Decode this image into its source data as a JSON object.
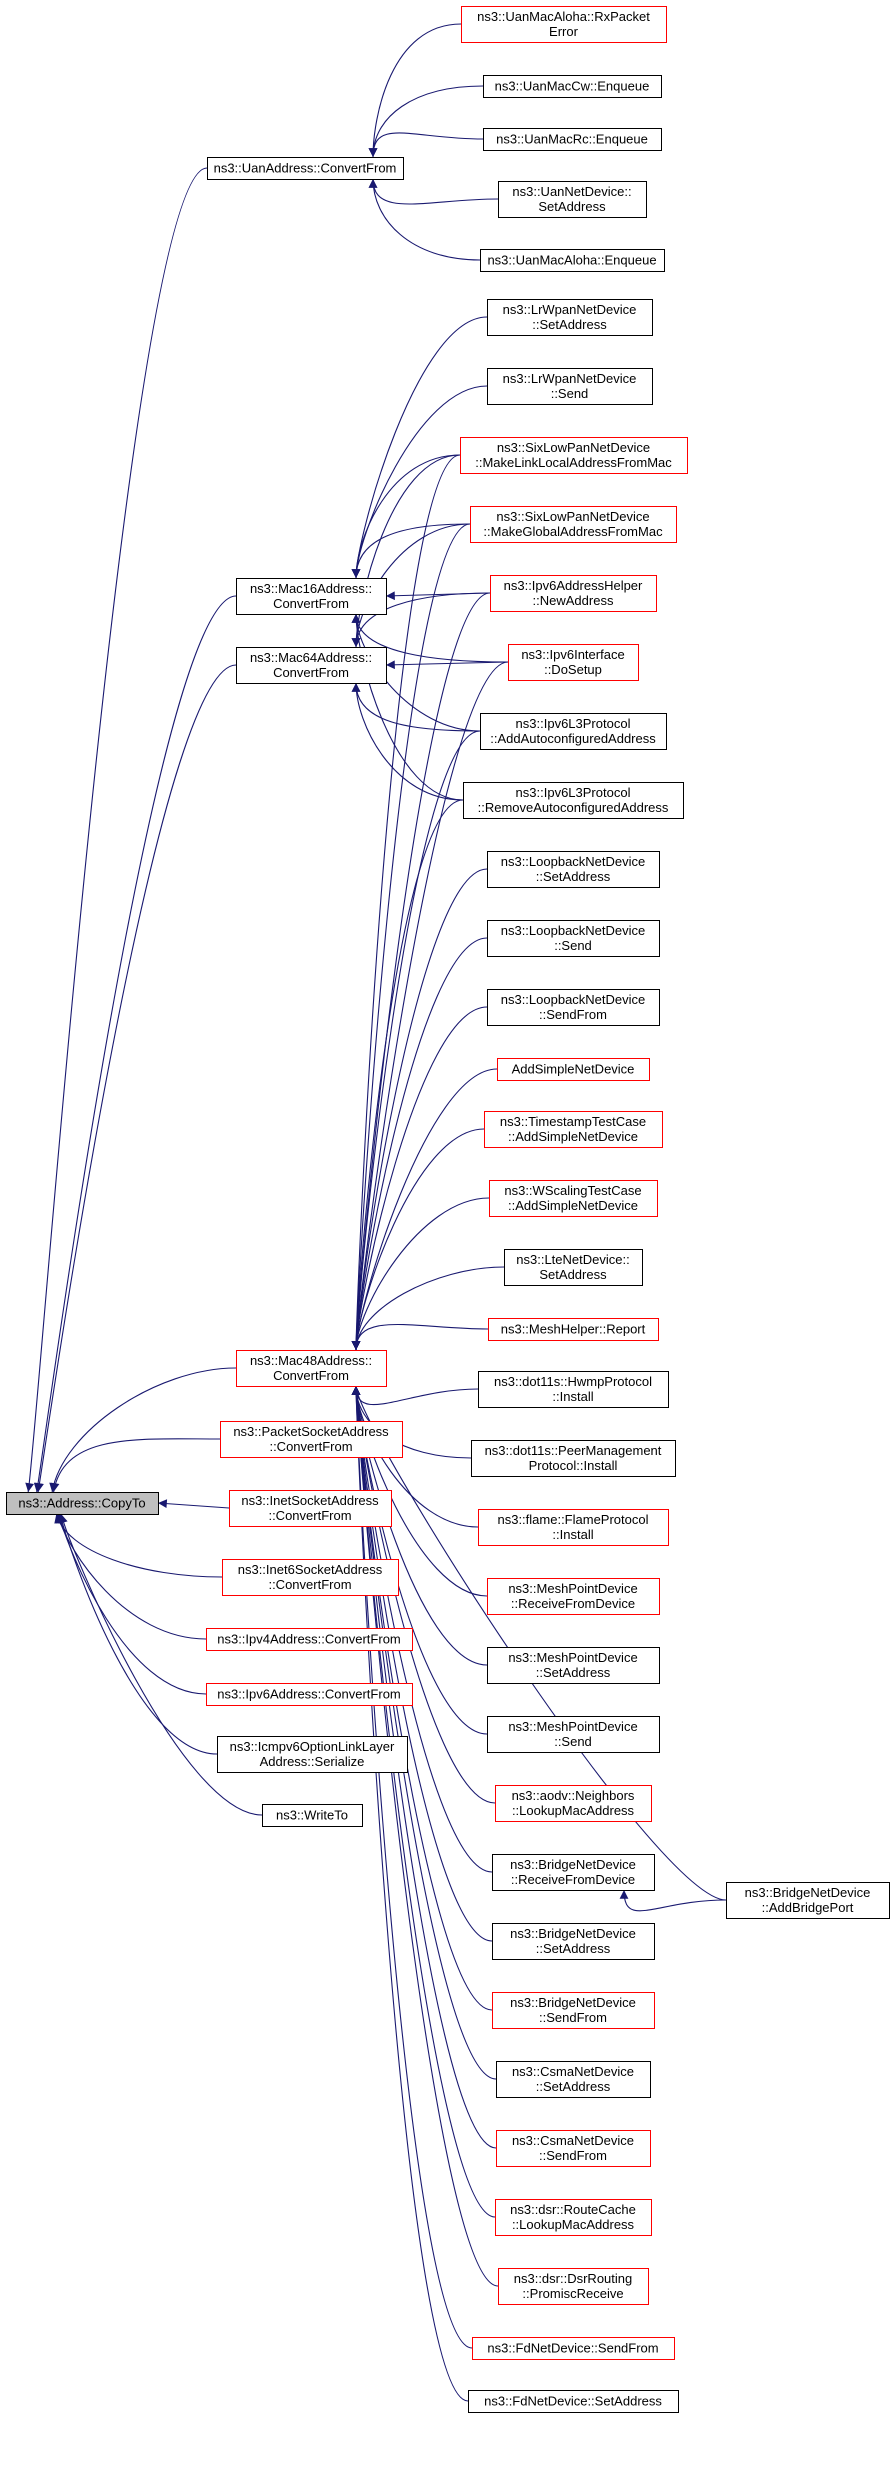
{
  "diagram": {
    "title": "",
    "edge_color": "#191970",
    "border_color_normal": "#000000",
    "border_color_truncated": "#ff0000",
    "root_fill": "#bfbfbf",
    "nodes": [
      {
        "id": "copyto",
        "lines": [
          "ns3::Address::CopyTo"
        ],
        "style": "root"
      },
      {
        "id": "uanaddr",
        "lines": [
          "ns3::UanAddress::ConvertFrom"
        ],
        "style": "black"
      },
      {
        "id": "mac16",
        "lines": [
          "ns3::Mac16Address::",
          "ConvertFrom"
        ],
        "style": "black"
      },
      {
        "id": "mac64",
        "lines": [
          "ns3::Mac64Address::",
          "ConvertFrom"
        ],
        "style": "black"
      },
      {
        "id": "mac48",
        "lines": [
          "ns3::Mac48Address::",
          "ConvertFrom"
        ],
        "style": "red"
      },
      {
        "id": "pktsock",
        "lines": [
          "ns3::PacketSocketAddress",
          "::ConvertFrom"
        ],
        "style": "red"
      },
      {
        "id": "inetsock",
        "lines": [
          "ns3::InetSocketAddress",
          "::ConvertFrom"
        ],
        "style": "red"
      },
      {
        "id": "inet6sock",
        "lines": [
          "ns3::Inet6SocketAddress",
          "::ConvertFrom"
        ],
        "style": "red"
      },
      {
        "id": "ipv4addr",
        "lines": [
          "ns3::Ipv4Address::ConvertFrom"
        ],
        "style": "red"
      },
      {
        "id": "ipv6addr",
        "lines": [
          "ns3::Ipv6Address::ConvertFrom"
        ],
        "style": "red"
      },
      {
        "id": "icmpv6",
        "lines": [
          "ns3::Icmpv6OptionLinkLayer",
          "Address::Serialize"
        ],
        "style": "black"
      },
      {
        "id": "writeto",
        "lines": [
          "ns3::WriteTo"
        ],
        "style": "black"
      },
      {
        "id": "uanaloha_rx",
        "lines": [
          "ns3::UanMacAloha::RxPacket",
          "Error"
        ],
        "style": "red"
      },
      {
        "id": "uanmaccw",
        "lines": [
          "ns3::UanMacCw::Enqueue"
        ],
        "style": "black"
      },
      {
        "id": "uanmacrc",
        "lines": [
          "ns3::UanMacRc::Enqueue"
        ],
        "style": "black"
      },
      {
        "id": "uannetdev",
        "lines": [
          "ns3::UanNetDevice::",
          "SetAddress"
        ],
        "style": "black"
      },
      {
        "id": "uanaloha_enq",
        "lines": [
          "ns3::UanMacAloha::Enqueue"
        ],
        "style": "black"
      },
      {
        "id": "lrwpan_set",
        "lines": [
          "ns3::LrWpanNetDevice",
          "::SetAddress"
        ],
        "style": "black"
      },
      {
        "id": "lrwpan_send",
        "lines": [
          "ns3::LrWpanNetDevice",
          "::Send"
        ],
        "style": "black"
      },
      {
        "id": "sixlow_link",
        "lines": [
          "ns3::SixLowPanNetDevice",
          "::MakeLinkLocalAddressFromMac"
        ],
        "style": "red"
      },
      {
        "id": "sixlow_glob",
        "lines": [
          "ns3::SixLowPanNetDevice",
          "::MakeGlobalAddressFromMac"
        ],
        "style": "red"
      },
      {
        "id": "ipv6helper",
        "lines": [
          "ns3::Ipv6AddressHelper",
          "::NewAddress"
        ],
        "style": "red"
      },
      {
        "id": "ipv6iface",
        "lines": [
          "ns3::Ipv6Interface",
          "::DoSetup"
        ],
        "style": "red"
      },
      {
        "id": "ipv6l3_add",
        "lines": [
          "ns3::Ipv6L3Protocol",
          "::AddAutoconfiguredAddress"
        ],
        "style": "black"
      },
      {
        "id": "ipv6l3_rem",
        "lines": [
          "ns3::Ipv6L3Protocol",
          "::RemoveAutoconfiguredAddress"
        ],
        "style": "black"
      },
      {
        "id": "loop_set",
        "lines": [
          "ns3::LoopbackNetDevice",
          "::SetAddress"
        ],
        "style": "black"
      },
      {
        "id": "loop_send",
        "lines": [
          "ns3::LoopbackNetDevice",
          "::Send"
        ],
        "style": "black"
      },
      {
        "id": "loop_sendfrom",
        "lines": [
          "ns3::LoopbackNetDevice",
          "::SendFrom"
        ],
        "style": "black"
      },
      {
        "id": "addsimple",
        "lines": [
          "AddSimpleNetDevice"
        ],
        "style": "red"
      },
      {
        "id": "timestamp",
        "lines": [
          "ns3::TimestampTestCase",
          "::AddSimpleNetDevice"
        ],
        "style": "red"
      },
      {
        "id": "wscaling",
        "lines": [
          "ns3::WScalingTestCase",
          "::AddSimpleNetDevice"
        ],
        "style": "red"
      },
      {
        "id": "lte_set",
        "lines": [
          "ns3::LteNetDevice::",
          "SetAddress"
        ],
        "style": "black"
      },
      {
        "id": "meshhelper",
        "lines": [
          "ns3::MeshHelper::Report"
        ],
        "style": "red"
      },
      {
        "id": "hwmp",
        "lines": [
          "ns3::dot11s::HwmpProtocol",
          "::Install"
        ],
        "style": "black"
      },
      {
        "id": "peermgmt",
        "lines": [
          "ns3::dot11s::PeerManagement",
          "Protocol::Install"
        ],
        "style": "black"
      },
      {
        "id": "flame",
        "lines": [
          "ns3::flame::FlameProtocol",
          "::Install"
        ],
        "style": "red"
      },
      {
        "id": "mesh_recv",
        "lines": [
          "ns3::MeshPointDevice",
          "::ReceiveFromDevice"
        ],
        "style": "red"
      },
      {
        "id": "mesh_set",
        "lines": [
          "ns3::MeshPointDevice",
          "::SetAddress"
        ],
        "style": "black"
      },
      {
        "id": "mesh_send",
        "lines": [
          "ns3::MeshPointDevice",
          "::Send"
        ],
        "style": "black"
      },
      {
        "id": "aodv",
        "lines": [
          "ns3::aodv::Neighbors",
          "::LookupMacAddress"
        ],
        "style": "red"
      },
      {
        "id": "bridge_recv",
        "lines": [
          "ns3::BridgeNetDevice",
          "::ReceiveFromDevice"
        ],
        "style": "black"
      },
      {
        "id": "bridge_addport",
        "lines": [
          "ns3::BridgeNetDevice",
          "::AddBridgePort"
        ],
        "style": "black"
      },
      {
        "id": "bridge_set",
        "lines": [
          "ns3::BridgeNetDevice",
          "::SetAddress"
        ],
        "style": "black"
      },
      {
        "id": "bridge_sendfrom",
        "lines": [
          "ns3::BridgeNetDevice",
          "::SendFrom"
        ],
        "style": "red"
      },
      {
        "id": "csma_set",
        "lines": [
          "ns3::CsmaNetDevice",
          "::SetAddress"
        ],
        "style": "black"
      },
      {
        "id": "csma_sendfrom",
        "lines": [
          "ns3::CsmaNetDevice",
          "::SendFrom"
        ],
        "style": "red"
      },
      {
        "id": "dsr_cache",
        "lines": [
          "ns3::dsr::RouteCache",
          "::LookupMacAddress"
        ],
        "style": "red"
      },
      {
        "id": "dsr_routing",
        "lines": [
          "ns3::dsr::DsrRouting",
          "::PromiscReceive"
        ],
        "style": "red"
      },
      {
        "id": "fd_sendfrom",
        "lines": [
          "ns3::FdNetDevice::SendFrom"
        ],
        "style": "red"
      },
      {
        "id": "fd_set",
        "lines": [
          "ns3::FdNetDevice::SetAddress"
        ],
        "style": "black"
      }
    ],
    "edges": [
      [
        "uanaddr",
        "copyto"
      ],
      [
        "mac16",
        "copyto"
      ],
      [
        "mac64",
        "copyto"
      ],
      [
        "mac48",
        "copyto"
      ],
      [
        "pktsock",
        "copyto"
      ],
      [
        "inetsock",
        "copyto"
      ],
      [
        "inet6sock",
        "copyto"
      ],
      [
        "ipv4addr",
        "copyto"
      ],
      [
        "ipv6addr",
        "copyto"
      ],
      [
        "icmpv6",
        "copyto"
      ],
      [
        "writeto",
        "copyto"
      ],
      [
        "uanaloha_rx",
        "uanaddr"
      ],
      [
        "uanmaccw",
        "uanaddr"
      ],
      [
        "uanmacrc",
        "uanaddr"
      ],
      [
        "uannetdev",
        "uanaddr"
      ],
      [
        "uanaloha_enq",
        "uanaddr"
      ],
      [
        "lrwpan_set",
        "mac16"
      ],
      [
        "lrwpan_send",
        "mac16"
      ],
      [
        "sixlow_link",
        "mac16"
      ],
      [
        "sixlow_glob",
        "mac16"
      ],
      [
        "ipv6helper",
        "mac16"
      ],
      [
        "ipv6iface",
        "mac16"
      ],
      [
        "ipv6l3_add",
        "mac16"
      ],
      [
        "ipv6l3_rem",
        "mac16"
      ],
      [
        "sixlow_link",
        "mac64"
      ],
      [
        "sixlow_glob",
        "mac64"
      ],
      [
        "ipv6helper",
        "mac64"
      ],
      [
        "ipv6iface",
        "mac64"
      ],
      [
        "ipv6l3_add",
        "mac64"
      ],
      [
        "ipv6l3_rem",
        "mac64"
      ],
      [
        "sixlow_link",
        "mac48"
      ],
      [
        "sixlow_glob",
        "mac48"
      ],
      [
        "ipv6helper",
        "mac48"
      ],
      [
        "ipv6iface",
        "mac48"
      ],
      [
        "ipv6l3_add",
        "mac48"
      ],
      [
        "ipv6l3_rem",
        "mac48"
      ],
      [
        "loop_set",
        "mac48"
      ],
      [
        "loop_send",
        "mac48"
      ],
      [
        "loop_sendfrom",
        "mac48"
      ],
      [
        "addsimple",
        "mac48"
      ],
      [
        "timestamp",
        "mac48"
      ],
      [
        "wscaling",
        "mac48"
      ],
      [
        "lte_set",
        "mac48"
      ],
      [
        "meshhelper",
        "mac48"
      ],
      [
        "hwmp",
        "mac48"
      ],
      [
        "peermgmt",
        "mac48"
      ],
      [
        "flame",
        "mac48"
      ],
      [
        "mesh_recv",
        "mac48"
      ],
      [
        "mesh_set",
        "mac48"
      ],
      [
        "mesh_send",
        "mac48"
      ],
      [
        "aodv",
        "mac48"
      ],
      [
        "bridge_recv",
        "mac48"
      ],
      [
        "bridge_addport",
        "mac48"
      ],
      [
        "bridge_set",
        "mac48"
      ],
      [
        "bridge_sendfrom",
        "mac48"
      ],
      [
        "csma_set",
        "mac48"
      ],
      [
        "csma_sendfrom",
        "mac48"
      ],
      [
        "dsr_cache",
        "mac48"
      ],
      [
        "dsr_routing",
        "mac48"
      ],
      [
        "fd_sendfrom",
        "mac48"
      ],
      [
        "fd_set",
        "mac48"
      ],
      [
        "bridge_addport",
        "bridge_recv"
      ]
    ]
  }
}
